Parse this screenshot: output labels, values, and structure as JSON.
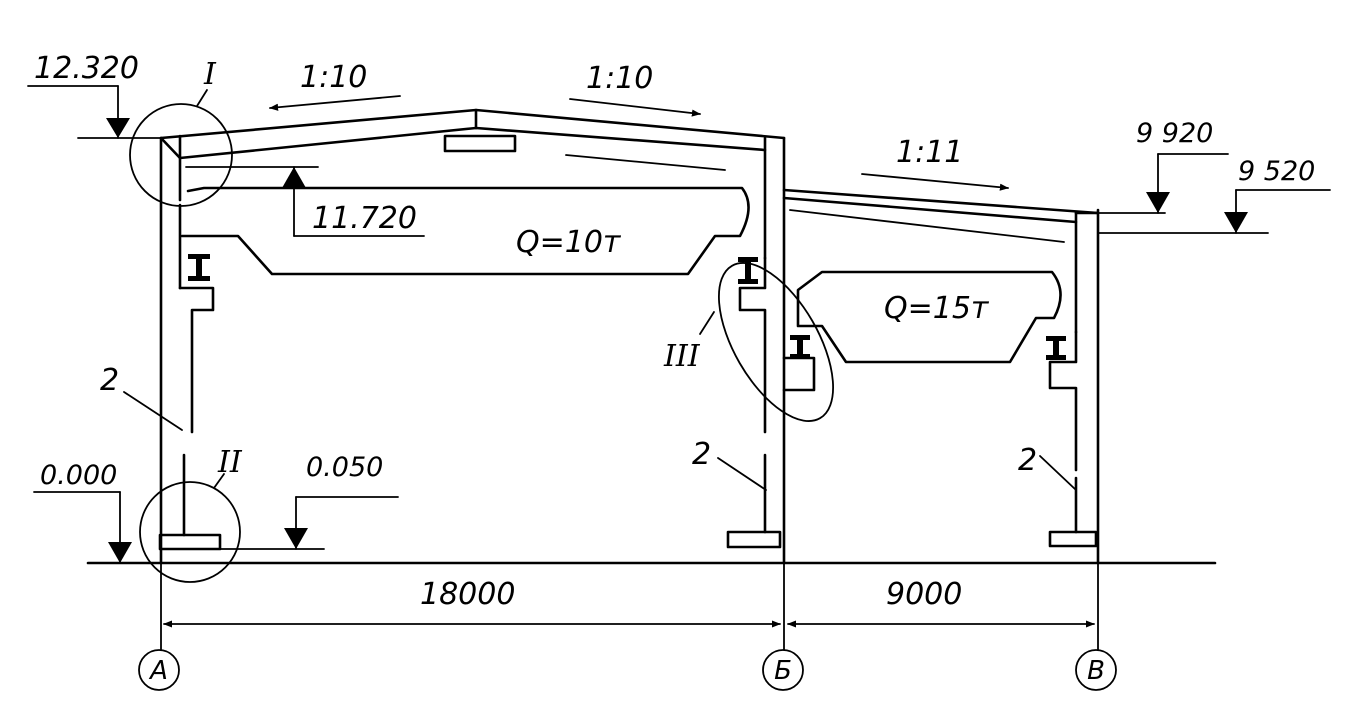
{
  "elevations": {
    "top_left": "12.320",
    "crane_girder_top": "11.720",
    "floor": "0.000",
    "foundation_top": "0.050",
    "low_span_upper": "9 920",
    "low_span_lower": "9 520"
  },
  "slopes": {
    "left_roof": "1:10",
    "right_roof": "1:10",
    "low_roof": "1:11"
  },
  "cranes": {
    "main_span": "Q=10т",
    "low_span": "Q=15т"
  },
  "details": {
    "node_1": "I",
    "node_2": "II",
    "node_3": "III"
  },
  "member_marks": {
    "column_a": "2",
    "column_b": "2",
    "column_c": "2"
  },
  "dimensions": {
    "span_ab": "18000",
    "span_bv": "9000"
  },
  "axes": {
    "a": "А",
    "b": "Б",
    "v": "В"
  }
}
